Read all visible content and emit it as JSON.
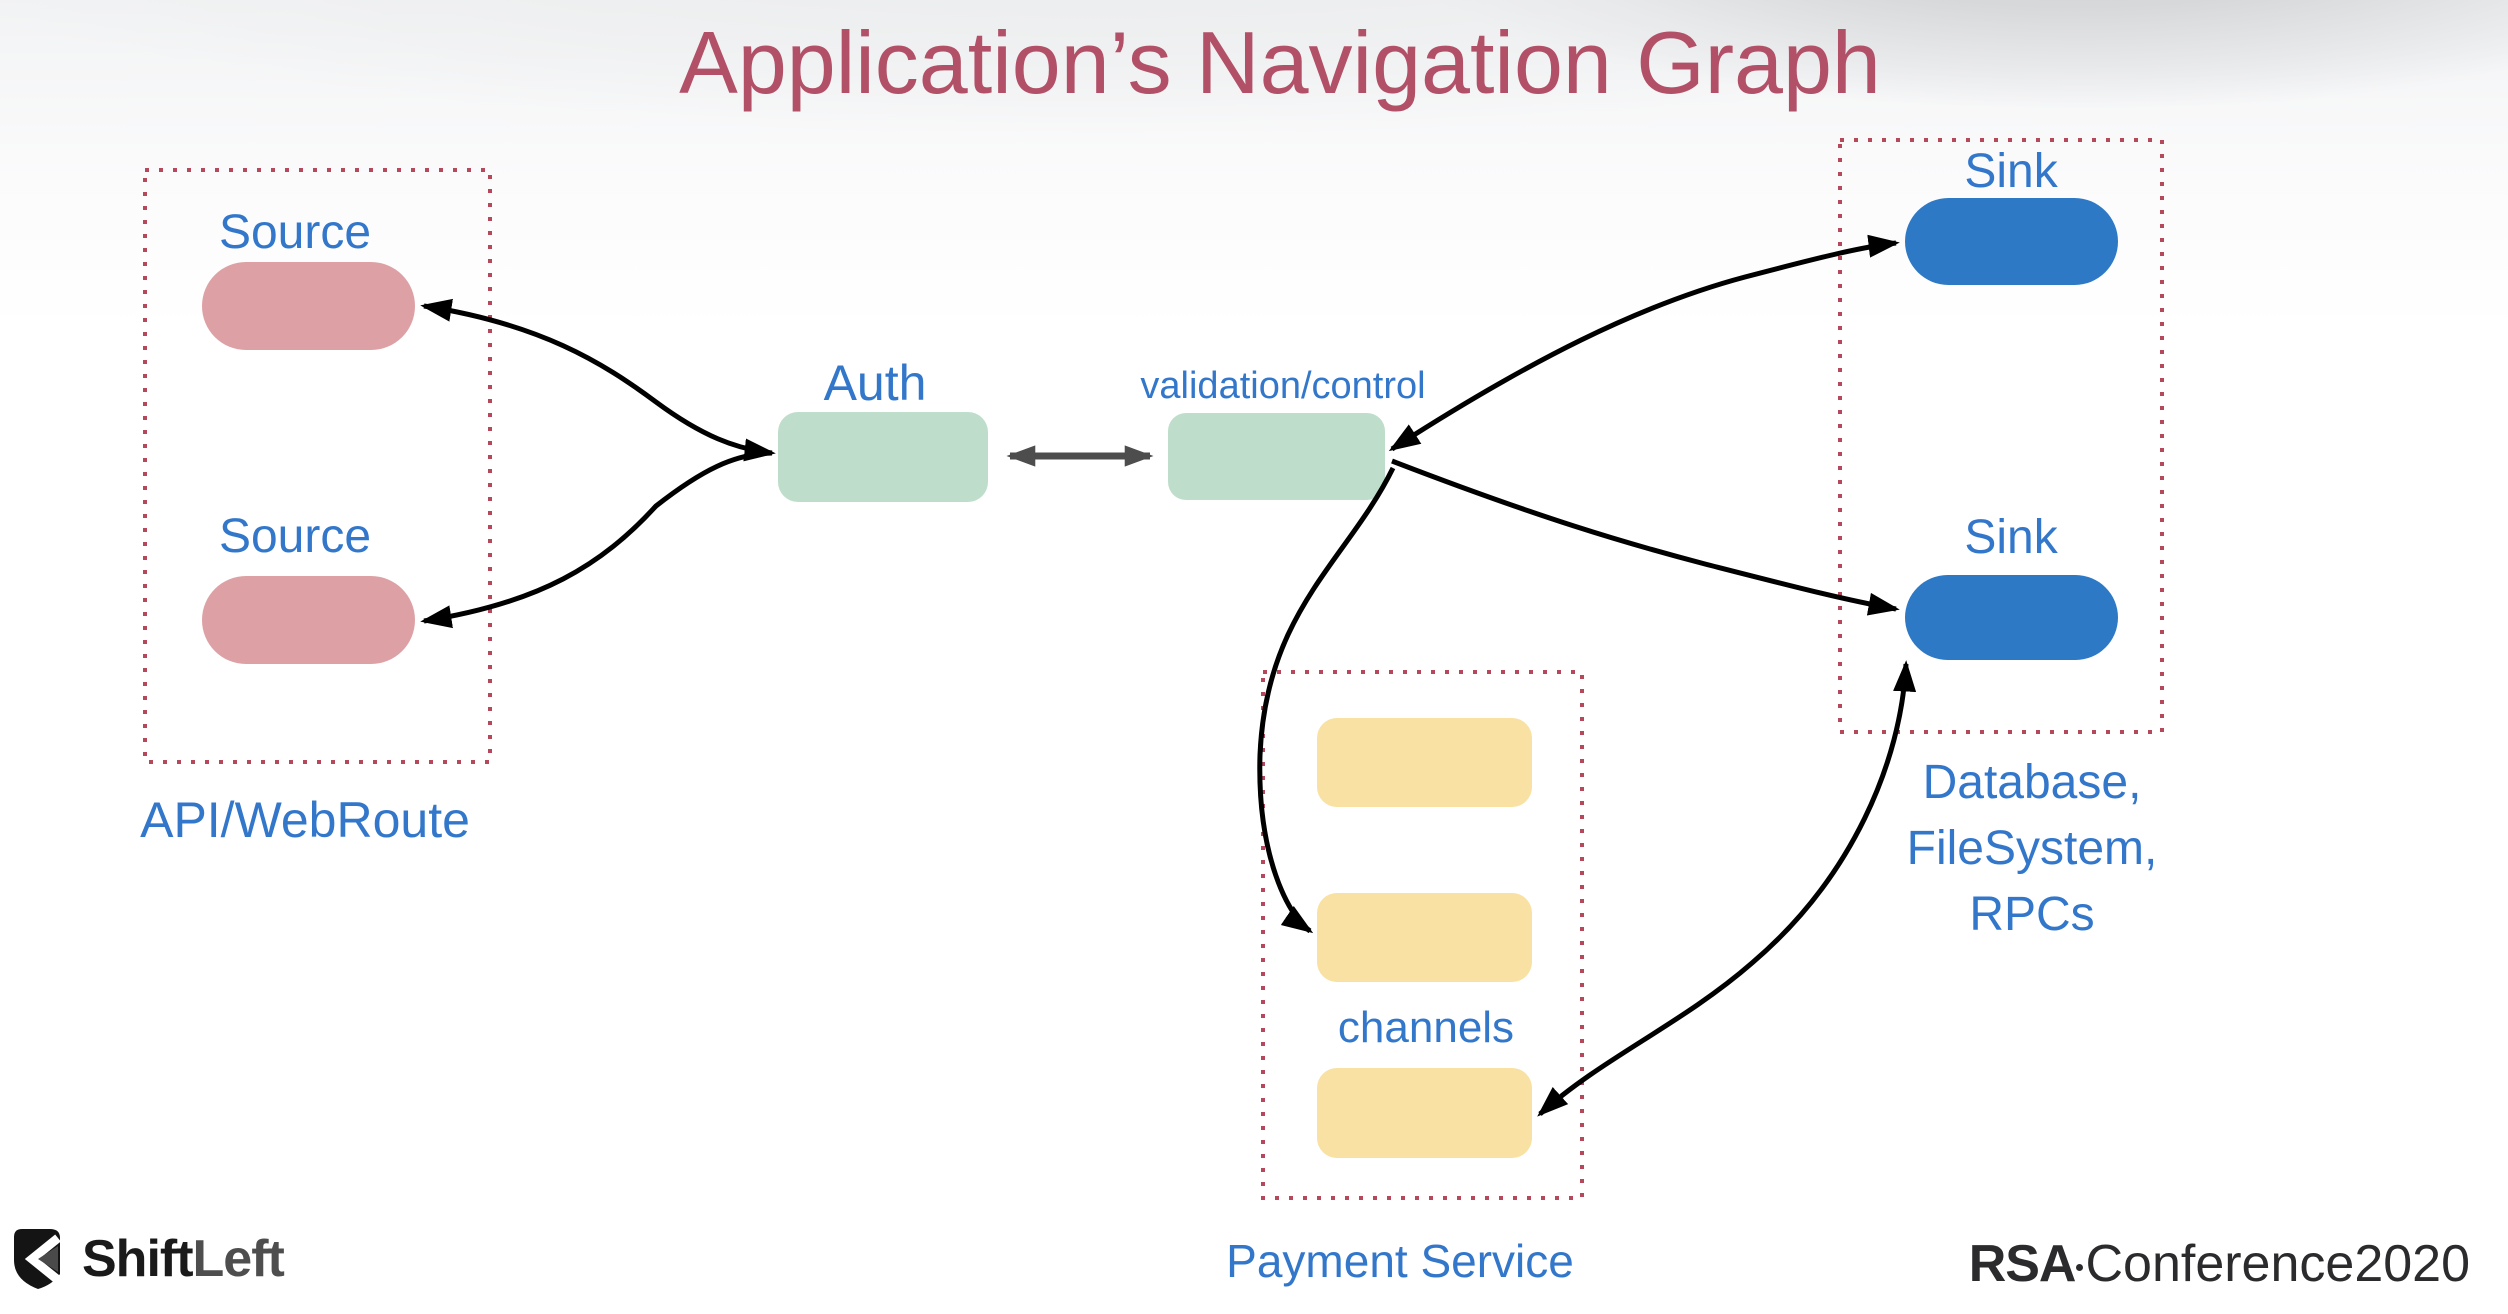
{
  "title": "Application’s Navigation Graph",
  "colors": {
    "title_color": "#b25067",
    "label_blue": "#3377cb",
    "source_fill": "#dda1a5",
    "auth_fill": "#bedecb",
    "sink_fill": "#2e79c6",
    "channel_fill": "#f8e1a2",
    "dotted_border": "#b5485a",
    "arrow_black": "#000000",
    "connector_gray": "#4d4d4d"
  },
  "api_group": {
    "caption": "API/WebRoute",
    "nodes": [
      "Source",
      "Source"
    ]
  },
  "auth": {
    "label": "Auth"
  },
  "validation": {
    "label": "validation/control"
  },
  "sink_group": {
    "nodes": [
      "Sink",
      "Sink"
    ],
    "caption_lines": [
      "Database,",
      "FileSystem,",
      "RPCs"
    ]
  },
  "payment_group": {
    "caption": "Payment Service",
    "channels_label": "channels"
  },
  "footer": {
    "shiftleft": {
      "part1": "Shift",
      "part2": "Left"
    },
    "rsa": {
      "brand": "RSA",
      "rest": "Conference2020"
    }
  }
}
